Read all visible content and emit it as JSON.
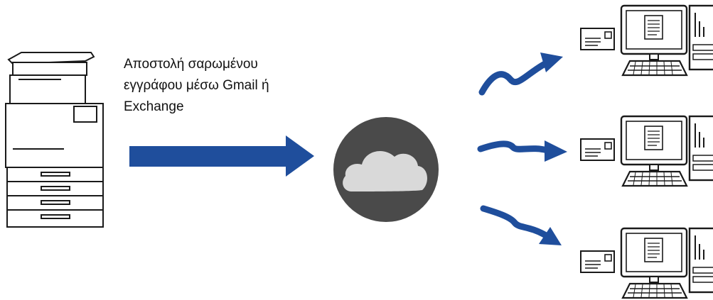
{
  "caption": {
    "lines": [
      "Αποστολή σαρωμένου",
      "εγγράφου μέσω Gmail ή",
      "Exchange"
    ]
  },
  "colors": {
    "arrow": "#1f4e9c",
    "cloud_disc": "#4a4a4a",
    "cloud": "#d9d9d9",
    "line": "#1a1a1a"
  },
  "icons": {
    "sender": "multifunction-printer-icon",
    "service": "cloud-icon",
    "recipients": [
      "envelope-icon",
      "desktop-computer-icon"
    ]
  },
  "recipient_count": 3
}
